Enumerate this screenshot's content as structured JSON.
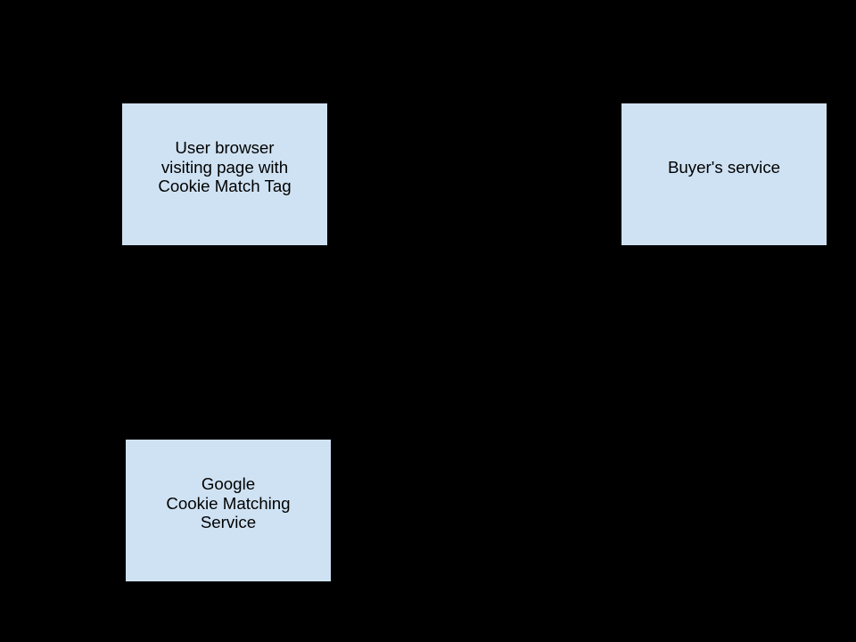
{
  "page": {
    "background_color": "#000000"
  },
  "diagram": {
    "type": "flow-diagram",
    "node_fill_color": "#cfe2f3",
    "node_border_color": "#000000",
    "node_text_color": "#000000",
    "boxes": [
      {
        "id": "user-browser",
        "label": "User browser\nvisiting page with\nCookie Match Tag"
      },
      {
        "id": "buyers-service",
        "label": "Buyer's service"
      },
      {
        "id": "google-cookie-matching-service",
        "label": "Google\nCookie Matching\nService"
      }
    ]
  }
}
